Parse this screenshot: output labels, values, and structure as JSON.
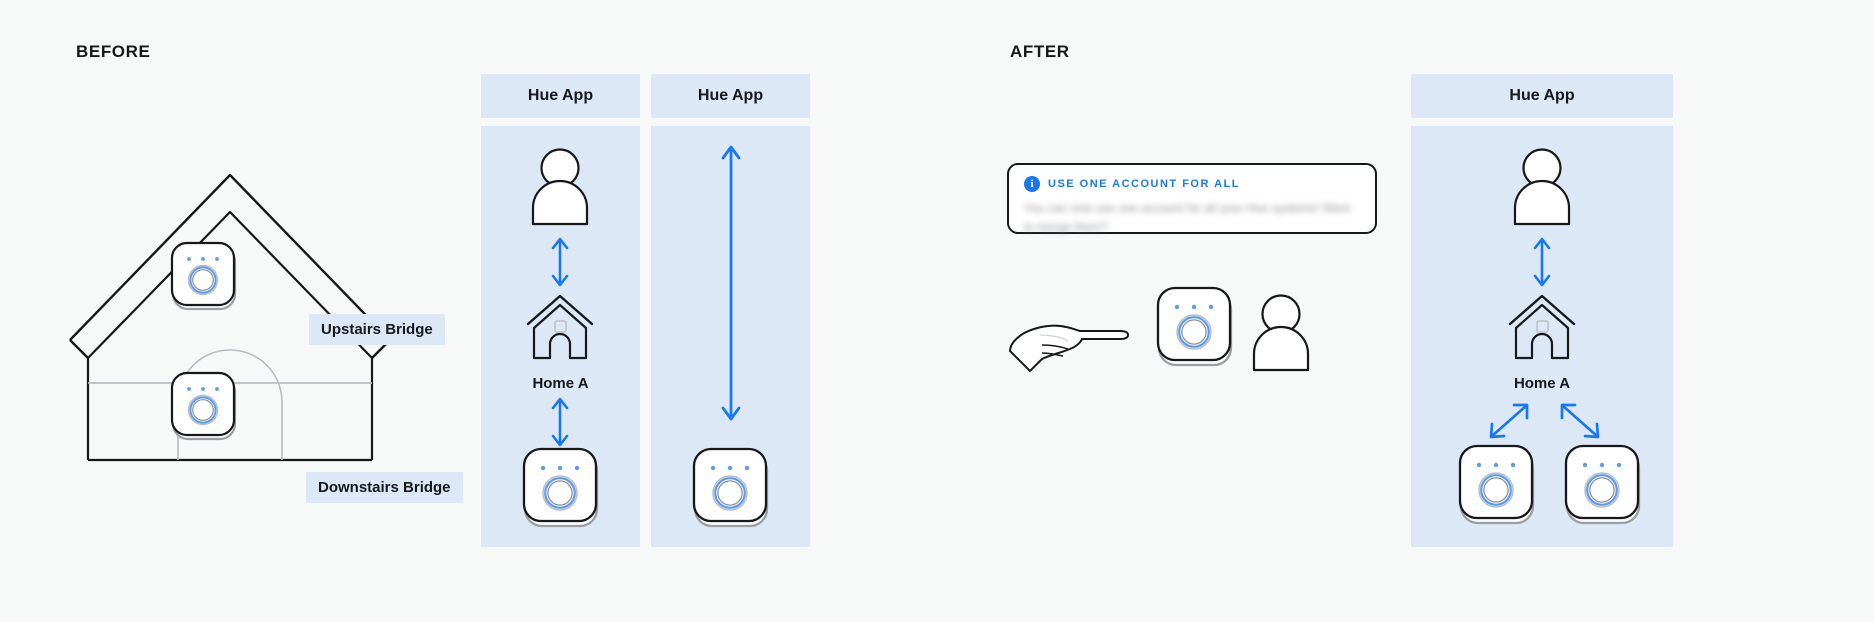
{
  "page": {
    "background": "#f7f8f8",
    "accent_blue": "#1877f2",
    "panel_blue": "#dde8f7",
    "ink": "#17181a"
  },
  "sections": {
    "before": {
      "title": "BEFORE"
    },
    "after": {
      "title": "AFTER"
    }
  },
  "before": {
    "house": {
      "upstairs_chip": "Upstairs Bridge",
      "downstairs_chip": "Downstairs Bridge"
    },
    "panel_one": {
      "header": "Hue App",
      "home_label": "Home A",
      "icons": [
        "person-icon",
        "double-arrow-vertical-icon",
        "house-icon",
        "double-arrow-vertical-icon",
        "bridge-device-icon"
      ]
    },
    "panel_two": {
      "header": "Hue App",
      "icons": [
        "long-double-arrow-vertical-icon",
        "bridge-device-icon"
      ]
    }
  },
  "after": {
    "notification": {
      "icon": "info-icon",
      "title": "USE ONE ACCOUNT FOR ALL",
      "body": "You can now use one account for all your Hue systems! Want to merge them?"
    },
    "illustration": {
      "icons": [
        "pointing-hand-icon",
        "bridge-device-icon",
        "person-icon"
      ]
    },
    "panel": {
      "header": "Hue App",
      "home_label": "Home A",
      "icons": [
        "person-icon",
        "double-arrow-vertical-icon",
        "house-icon",
        "diagonal-arrow-left-icon",
        "diagonal-arrow-right-icon",
        "bridge-device-icon",
        "bridge-device-icon"
      ]
    }
  }
}
